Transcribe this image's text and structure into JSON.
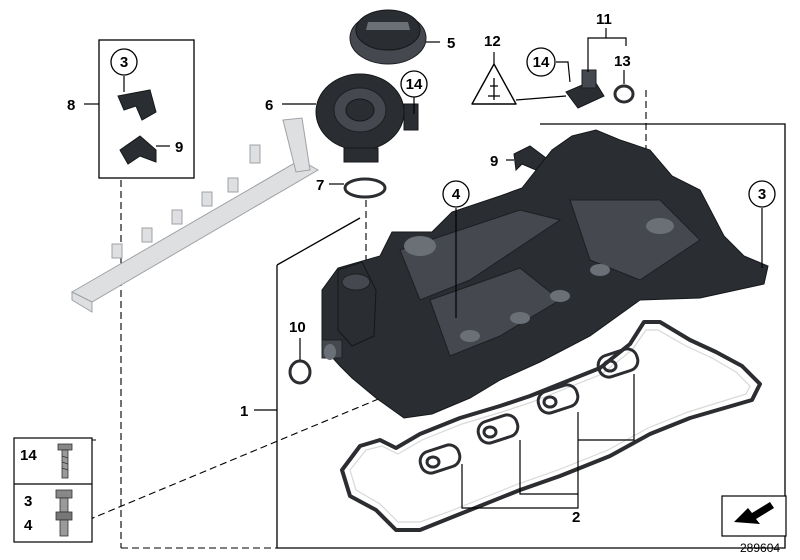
{
  "diagram": {
    "callouts": {
      "c1": "1",
      "c2": "2",
      "c3a": "3",
      "c3b": "3",
      "c3c": "3",
      "c4a": "4",
      "c4b": "4",
      "c5": "5",
      "c6": "6",
      "c7": "7",
      "c8": "8",
      "c9a": "9",
      "c9b": "9",
      "c10": "10",
      "c11": "11",
      "c12": "12",
      "c13": "13",
      "c14a": "14",
      "c14b": "14",
      "c14c": "14"
    },
    "legend": {
      "row1": "14",
      "row2a": "3",
      "row2b": "4"
    },
    "diagram_number": "289604",
    "icons": [
      "electrical-connector-icon",
      "direction-arrow-icon"
    ]
  }
}
